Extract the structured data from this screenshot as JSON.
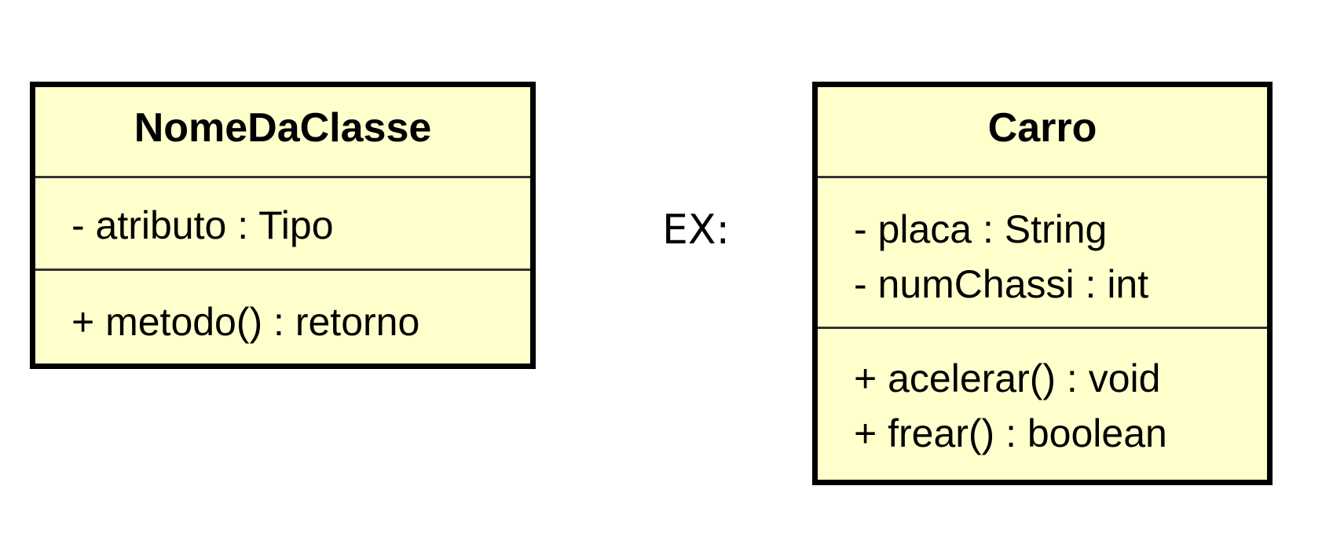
{
  "diagram": {
    "colors": {
      "class_fill": "#ffffcc",
      "border": "#000000",
      "divider": "#333333"
    },
    "separator_label": "EX:",
    "classes": [
      {
        "name": "NomeDaClasse",
        "attributes": [
          "- atributo : Tipo"
        ],
        "operations": [
          "+ metodo() : retorno"
        ]
      },
      {
        "name": "Carro",
        "attributes": [
          "- placa : String",
          "- numChassi : int"
        ],
        "operations": [
          "+ acelerar() : void",
          "+ frear() : boolean"
        ]
      }
    ]
  }
}
